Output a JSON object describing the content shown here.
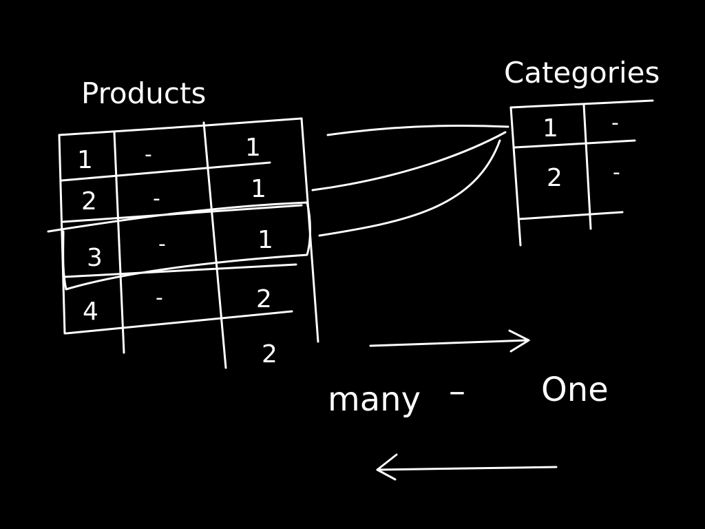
{
  "colors": {
    "background": "#000000",
    "ink": "#ffffff"
  },
  "products": {
    "title": "Products",
    "rows": [
      {
        "id": "1",
        "value": "-",
        "category_id": "1"
      },
      {
        "id": "2",
        "value": "-",
        "category_id": "1"
      },
      {
        "id": "3",
        "value": "-",
        "category_id": "1"
      },
      {
        "id": "4",
        "value": "-",
        "category_id": "2"
      }
    ],
    "extra_category_id": "2"
  },
  "categories": {
    "title": "Categories",
    "rows": [
      {
        "id": "1",
        "value": "-"
      },
      {
        "id": "2",
        "value": "-"
      }
    ]
  },
  "relationship": {
    "left_label": "many",
    "separator": "–",
    "right_label": "One"
  }
}
